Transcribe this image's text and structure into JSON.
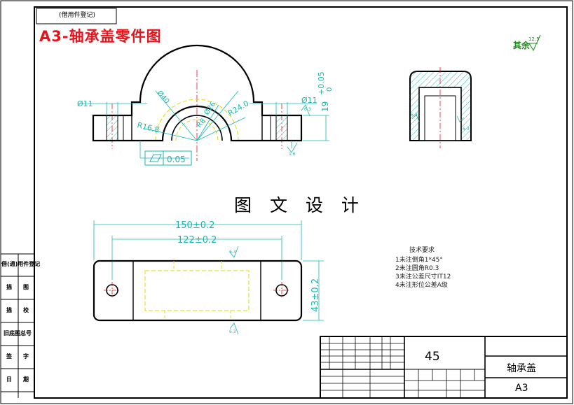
{
  "drawing": {
    "heading": "A3-轴承盖零件图",
    "subtitle": "图 文 设 计",
    "ref_tag": "(借用件登记)",
    "roughness_note": "其余",
    "roughness_value": "12.5",
    "roughness_value_small": "6.3",
    "roughness_value_fine": "1.6"
  },
  "front_view": {
    "dims": {
      "hole_left": "Ø11",
      "hole_right": "Ø11",
      "r_outer": "R24.0",
      "r_pcd": "Ø40",
      "r_inner": "R16.8",
      "r_arc": "R8",
      "r_mid": "Ø26",
      "height": "19",
      "tol_upper": "+0.05",
      "tol_lower": "0"
    },
    "flatness": {
      "value": "0.05"
    }
  },
  "top_view": {
    "dims": {
      "overall": "150±0.2",
      "hole_span": "122±0.2",
      "width": "43±0.2"
    }
  },
  "technical_requirements": {
    "title": "技术要求",
    "items": [
      "1未注倒角1*45°",
      "2未注圆角R0.3",
      "3未注公差尺寸IT12",
      "4未注形位公差A级"
    ]
  },
  "side_labels": [
    "借(通)用件登记",
    "描　　图",
    "描　　校",
    "旧底图总号",
    "签　　字",
    "日　　期"
  ],
  "title_block": {
    "quantity": "45",
    "part_name": "轴承盖",
    "size": "A3"
  }
}
